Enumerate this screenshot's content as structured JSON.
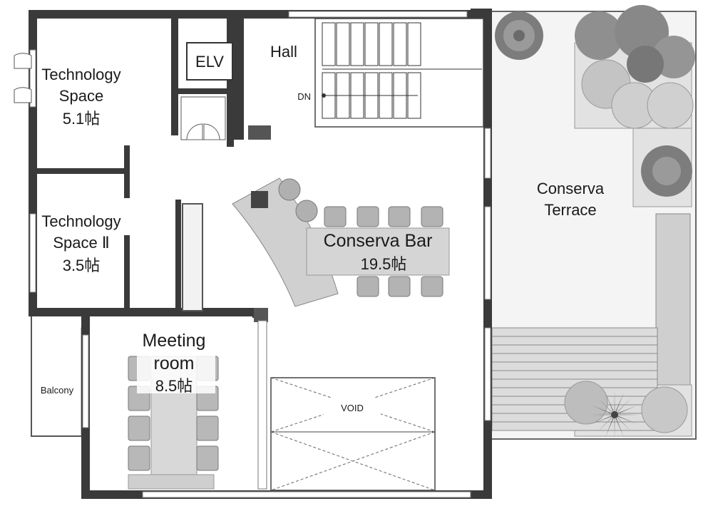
{
  "rooms": {
    "tech1": {
      "name_l1": "Technology",
      "name_l2": "Space",
      "size": "5.1帖"
    },
    "tech2": {
      "name_l1": "Technology",
      "name_l2": "Space Ⅱ",
      "size": "3.5帖"
    },
    "meeting": {
      "name_l1": "Meeting",
      "name_l2": "room",
      "size": "8.5帖"
    },
    "balcony": {
      "name": "Balcony"
    },
    "elv": {
      "name": "ELV"
    },
    "hall": {
      "name": "Hall"
    },
    "stairs": {
      "label": "DN"
    },
    "bar": {
      "name": "Conserva Bar",
      "size": "19.5帖"
    },
    "terrace": {
      "name_l1": "Conserva",
      "name_l2": "Terrace"
    },
    "void": {
      "label": "VOID"
    }
  },
  "colors": {
    "wall": "#3a3a3a",
    "furniture": "#c9c9c9",
    "chair": "#a8a8a8",
    "plant": "#8a8a8a",
    "deck": "#d9d9d9"
  }
}
